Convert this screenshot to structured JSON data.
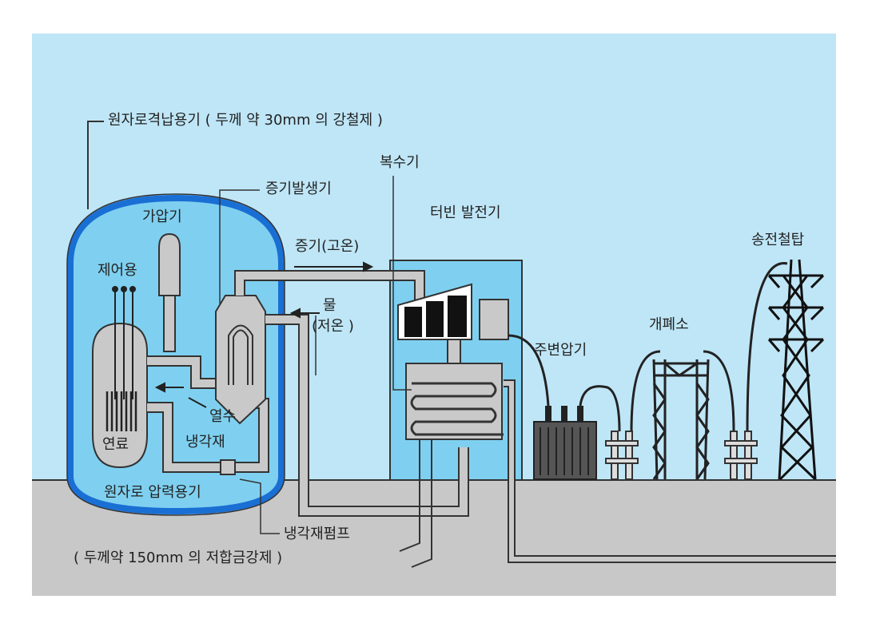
{
  "colors": {
    "sky": "#bfe6f7",
    "ground": "#c8c8c8",
    "vessel_blue": "#1a6fd4",
    "vessel_fill": "#7fd0f0",
    "pipe_gray": "#c9c9c9",
    "outline": "#333333"
  },
  "labels": {
    "containment": "원자로격납용기 ( 두께 약 30mm 의  강철제 )",
    "condenser": "복수기",
    "steam_generator": "증기발생기",
    "turbine_generator": "터빈 발전기",
    "pressurizer": "가압기",
    "steam_hot": "증기(고온)",
    "transmission_tower": "송전철탑",
    "control_rod": "제어용",
    "water": "물",
    "water_low_temp": "(저온 )",
    "switchyard": "개폐소",
    "main_transformer": "주변압기",
    "hot_coolant_1": "열수",
    "hot_coolant_2": "냉각재",
    "fuel": "연료",
    "reactor_vessel": "원자로 압력용기",
    "coolant_pump": "냉각재펌프",
    "vessel_thickness": "( 두께약 150mm 의  저합금강제 )"
  }
}
